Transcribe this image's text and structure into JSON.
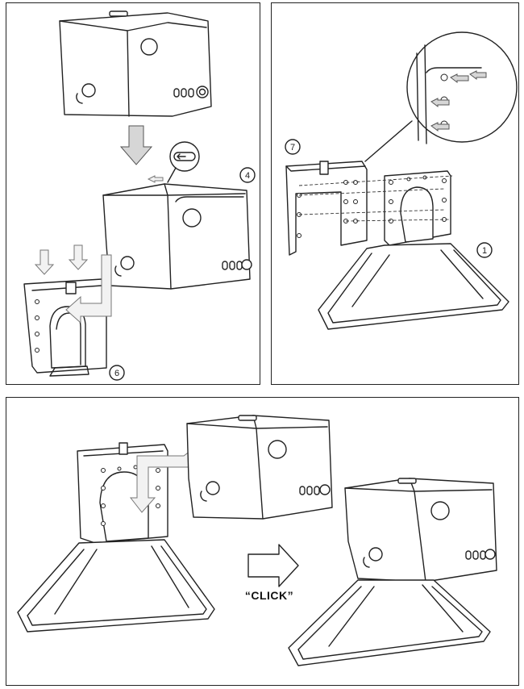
{
  "steps": {
    "mount_slide": "4",
    "stand_base": "1",
    "wall_bracket": "6",
    "bracket_detail": "7"
  },
  "confirm_text": "“CLICK”",
  "colors": {
    "line": "#222222",
    "arrow_fill": "#d6d6d6",
    "highlight": "#bfe3e0"
  },
  "icons": [
    "rotate-arrow-icon",
    "latch-slide-icon",
    "arrow-down-icon",
    "arrow-right-icon"
  ]
}
